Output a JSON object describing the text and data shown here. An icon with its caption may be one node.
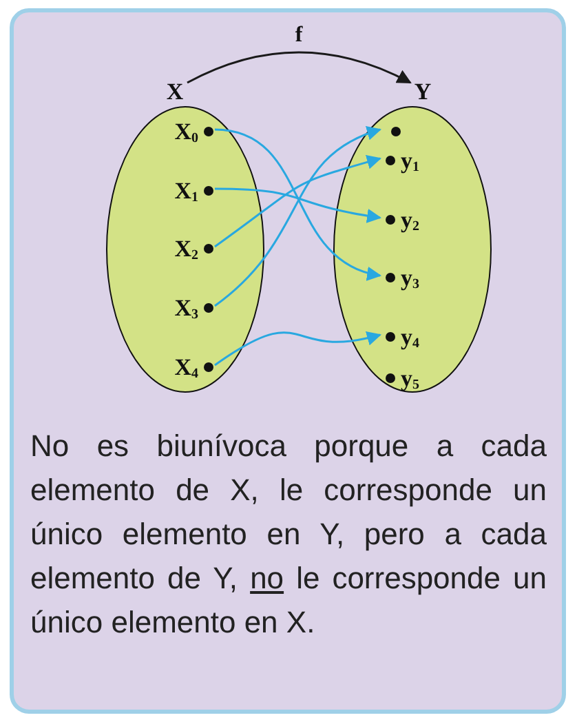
{
  "diagram": {
    "nodes": [
      {
        "text": [
          "X"
        ]
      },
      {
        "text": [
          "Y"
        ]
      },
      {
        "text": [],
        "shape": "ellipse"
      },
      {
        "text": [],
        "shape": "ellipse"
      },
      {
        "text": [
          "X$_{0}$"
        ],
        "in": 2
      },
      {
        "text": [
          "X$_{1}$"
        ],
        "in": 2
      },
      {
        "text": [
          "X$_{2}$"
        ],
        "in": 2
      },
      {
        "text": [
          "X$_{3}$"
        ],
        "in": 2
      },
      {
        "text": [
          "X$_{4}$"
        ],
        "in": 2
      },
      {
        "text": [],
        "shape": "circle",
        "in": 3
      },
      {
        "text": [
          "y$_{1}$"
        ],
        "in": 3
      },
      {
        "text": [
          "y$_{2}$"
        ],
        "in": 3
      },
      {
        "text": [
          "y$_{3}$"
        ],
        "in": 3
      },
      {
        "text": [
          "y$_{4}$"
        ],
        "in": 3
      },
      {
        "text": [
          "y$_{5}$"
        ],
        "in": 3
      }
    ],
    "edges": [
      {
        "from": 0,
        "to": 1,
        "arrow": "to",
        "label": "f",
        "color": "#1a1a1a"
      },
      {
        "from": 4,
        "to": 12,
        "arrow": "to"
      },
      {
        "from": 5,
        "to": 11,
        "arrow": "to"
      },
      {
        "from": 6,
        "to": 10,
        "arrow": "to"
      },
      {
        "from": 7,
        "to": 9,
        "arrow": "to"
      },
      {
        "from": 8,
        "to": 13,
        "arrow": "to"
      }
    ],
    "labels": [
      "No es biunívoca porque a cada elemento de X, le corresponde un único elemento en Y, pero a cada elemento de Y,",
      "no",
      "le corresponde un único elemento en X."
    ]
  }
}
